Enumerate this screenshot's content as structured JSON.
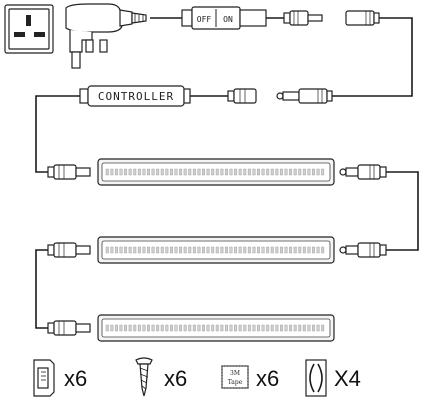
{
  "switch": {
    "off_label": "OFF",
    "on_label": "ON"
  },
  "controller": {
    "label": "CONTROLLER"
  },
  "led_bars": {
    "count": 3
  },
  "accessories": [
    {
      "name": "mounting-clip",
      "qty": "x6"
    },
    {
      "name": "screw",
      "qty": "x6"
    },
    {
      "name": "tape",
      "icon_text_top": "3M",
      "icon_text_bottom": "Tape",
      "qty": "x6"
    },
    {
      "name": "connector-clip",
      "qty": "X4"
    }
  ],
  "colors": {
    "line": "#1a1a1a",
    "led_dot": "#cfcfcf",
    "bar_fill": "#f4f4f4"
  }
}
